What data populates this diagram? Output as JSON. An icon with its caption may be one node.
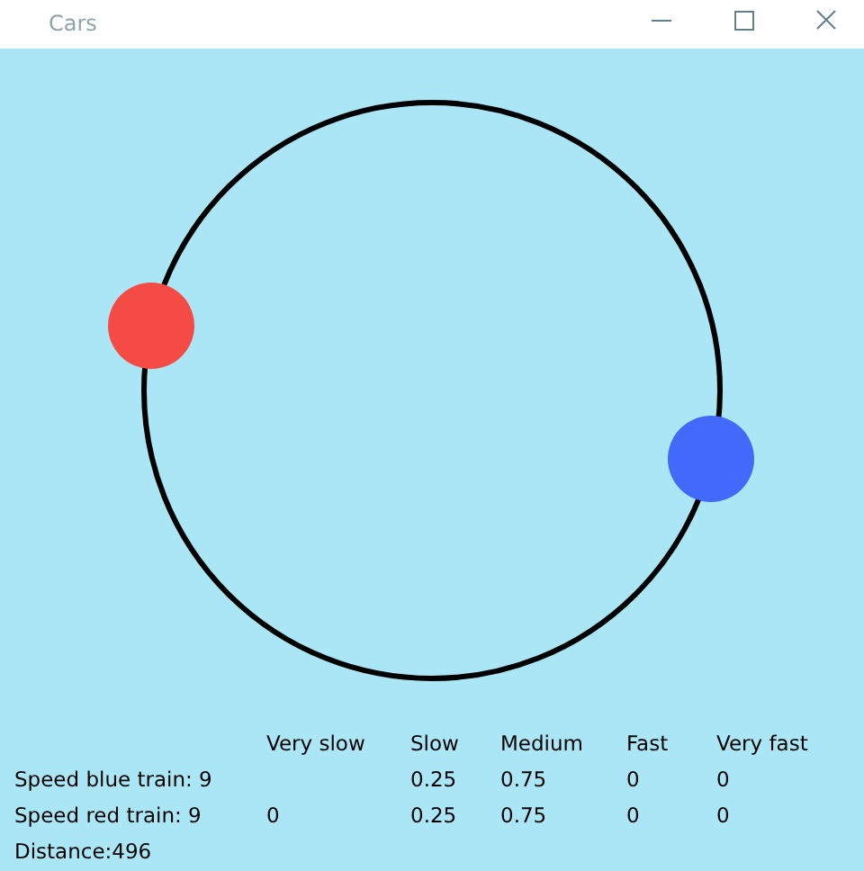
{
  "diagram": {
    "title": "Cars",
    "labels": [
      "Very slow",
      "Slow",
      "Medium",
      "Fast",
      "Very fast",
      "Speed blue train: 9",
      "0.25",
      "0.75",
      "0",
      "0",
      "Speed red train: 9",
      "0",
      "0.25",
      "0.75",
      "0",
      "0",
      "Distance:496"
    ]
  }
}
